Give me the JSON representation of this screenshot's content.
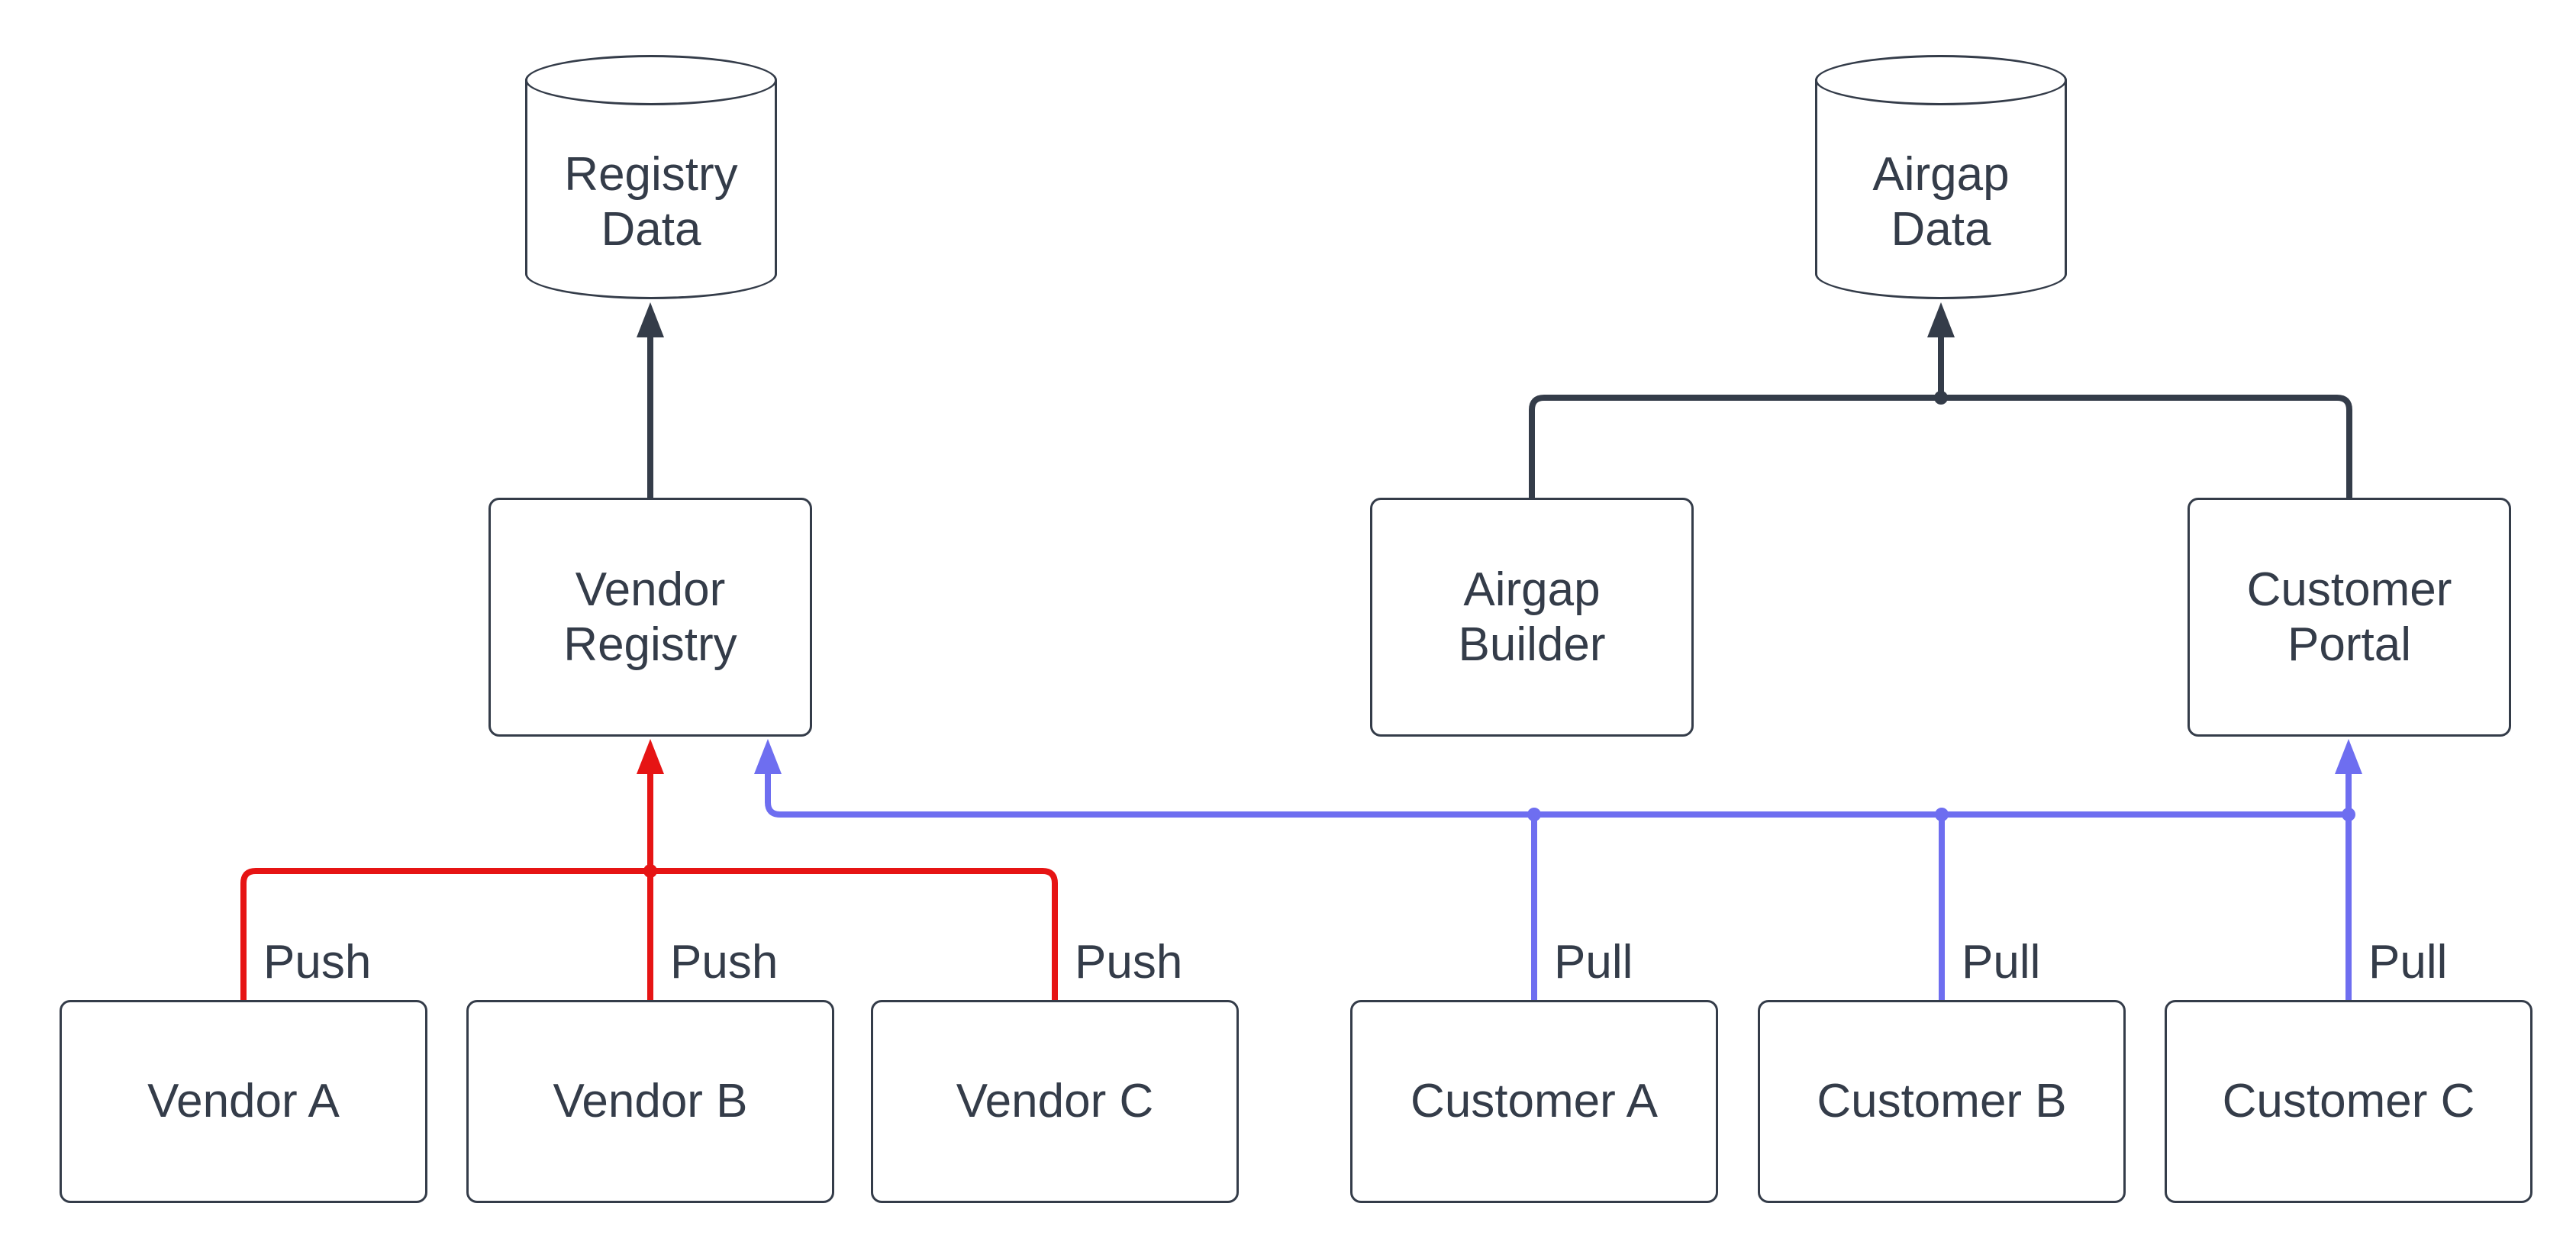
{
  "colors": {
    "node_border": "#343c49",
    "node_fill": "#ffffff",
    "text": "#343c49",
    "push_edge": "#e61414",
    "pull_edge": "#6e6ef0",
    "neutral_edge": "#343c49",
    "background": "#ffffff"
  },
  "nodes": {
    "registry_data": {
      "shape": "cylinder",
      "lines": [
        "Registry",
        "Data"
      ]
    },
    "airgap_data": {
      "shape": "cylinder",
      "lines": [
        "Airgap",
        "Data"
      ]
    },
    "vendor_registry": {
      "shape": "rect",
      "lines": [
        "Vendor",
        "Registry"
      ]
    },
    "airgap_builder": {
      "shape": "rect",
      "lines": [
        "Airgap",
        "Builder"
      ]
    },
    "customer_portal": {
      "shape": "rect",
      "lines": [
        "Customer",
        "Portal"
      ]
    },
    "vendor_a": {
      "shape": "rect",
      "lines": [
        "Vendor A"
      ]
    },
    "vendor_b": {
      "shape": "rect",
      "lines": [
        "Vendor B"
      ]
    },
    "vendor_c": {
      "shape": "rect",
      "lines": [
        "Vendor C"
      ]
    },
    "customer_a": {
      "shape": "rect",
      "lines": [
        "Customer A"
      ]
    },
    "customer_b": {
      "shape": "rect",
      "lines": [
        "Customer B"
      ]
    },
    "customer_c": {
      "shape": "rect",
      "lines": [
        "Customer C"
      ]
    }
  },
  "edges": [
    {
      "from": "Vendor Registry",
      "to": "Registry Data",
      "label": "",
      "color_role": "neutral"
    },
    {
      "from": "Airgap Builder",
      "to": "Airgap Data",
      "label": "",
      "color_role": "neutral"
    },
    {
      "from": "Customer Portal",
      "to": "Airgap Data",
      "label": "",
      "color_role": "neutral"
    },
    {
      "from": "Vendor A",
      "to": "Vendor Registry",
      "label": "Push",
      "color_role": "push"
    },
    {
      "from": "Vendor B",
      "to": "Vendor Registry",
      "label": "Push",
      "color_role": "push"
    },
    {
      "from": "Vendor C",
      "to": "Vendor Registry",
      "label": "Push",
      "color_role": "push"
    },
    {
      "from": "Customer A",
      "to": "Vendor Registry / Customer Portal",
      "label": "Pull",
      "color_role": "pull"
    },
    {
      "from": "Customer B",
      "to": "Vendor Registry / Customer Portal",
      "label": "Pull",
      "color_role": "pull"
    },
    {
      "from": "Customer C",
      "to": "Vendor Registry / Customer Portal",
      "label": "Pull",
      "color_role": "pull"
    }
  ]
}
